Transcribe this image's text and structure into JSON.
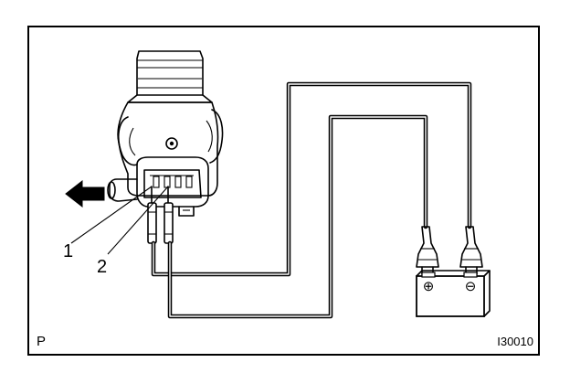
{
  "figure": {
    "corner_label": "P",
    "figure_code": "I30010"
  },
  "callouts": [
    {
      "number": "1"
    },
    {
      "number": "2"
    }
  ],
  "battery": {
    "positive_symbol": "⊕",
    "negative_symbol": "⊖"
  },
  "colors": {
    "ink": "#000000",
    "paper": "#ffffff"
  }
}
